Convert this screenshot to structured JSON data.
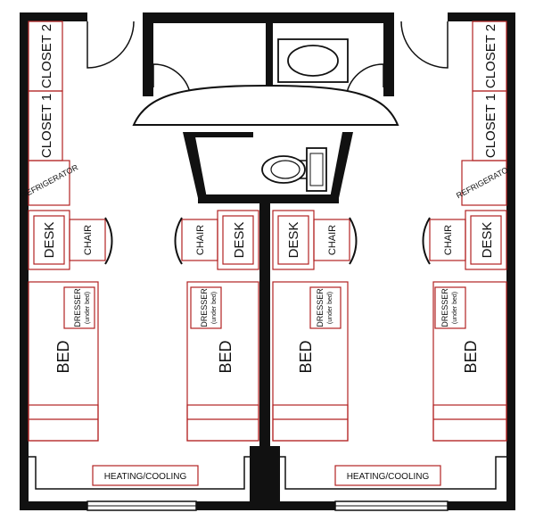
{
  "colors": {
    "wall": "#111111",
    "furniture": "#b22222",
    "fixture": "#222222",
    "background": "#ffffff"
  },
  "rooms": {
    "left": {
      "closet_2": "CLOSET 2",
      "closet_1": "CLOSET 1",
      "refrigerator": "REFRIGERATOR",
      "desk": "DESK",
      "chair": "CHAIR",
      "dresser": "DRESSER",
      "dresser_note": "(under bed)",
      "bed": "BED",
      "desk_2": "DESK",
      "chair_2": "CHAIR",
      "dresser_2": "DRESSER",
      "dresser_note_2": "(under bed)",
      "bed_2": "BED",
      "heating": "HEATING/COOLING"
    },
    "right": {
      "closet_2": "CLOSET 2",
      "closet_1": "CLOSET 1",
      "refrigerator": "REFRIGERATOR",
      "desk": "DESK",
      "chair": "CHAIR",
      "dresser": "DRESSER",
      "dresser_note": "(under bed)",
      "bed": "BED",
      "desk_2": "DESK",
      "chair_2": "CHAIR",
      "dresser_2": "DRESSER",
      "dresser_note_2": "(under bed)",
      "bed_2": "BED",
      "heating": "HEATING/COOLING"
    }
  },
  "bathroom": {
    "fixtures": [
      "sink",
      "toilet"
    ]
  }
}
